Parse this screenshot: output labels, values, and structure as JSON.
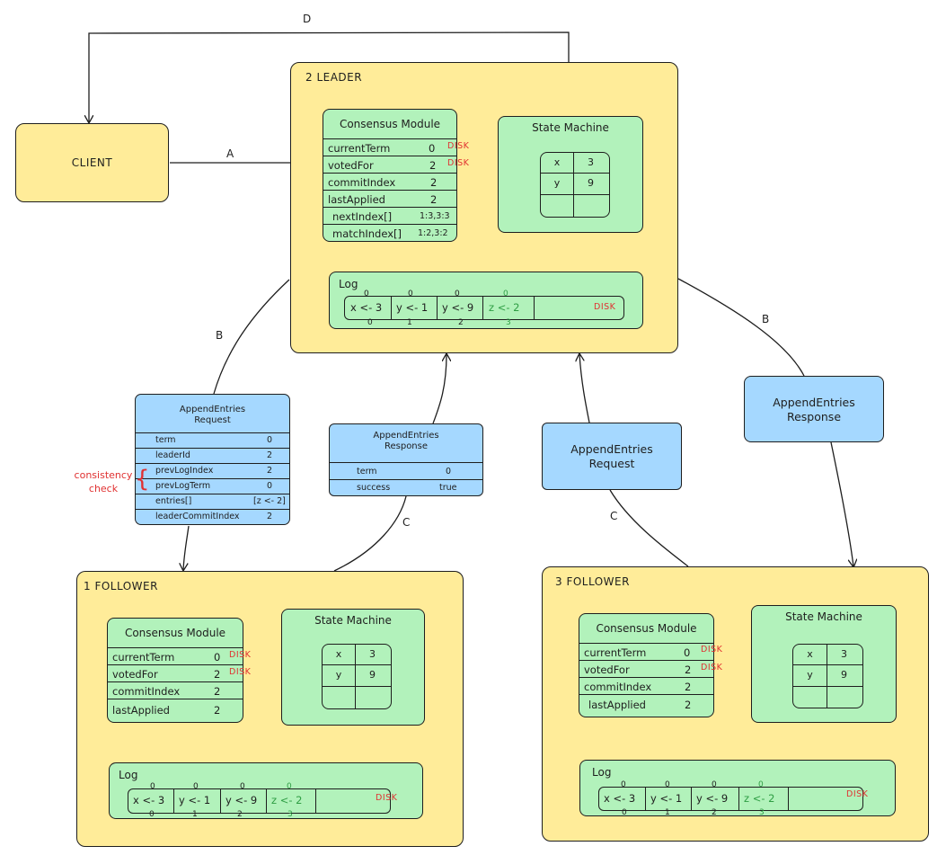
{
  "client": {
    "label": "CLIENT"
  },
  "edges": {
    "a": "A",
    "b": "B",
    "c": "C",
    "d": "D"
  },
  "disk": "DISK",
  "leader": {
    "title": "2 LEADER",
    "consensus": {
      "title": "Consensus Module",
      "rows": [
        {
          "key": "currentTerm",
          "value": "0",
          "disk": true
        },
        {
          "key": "votedFor",
          "value": "2",
          "disk": true
        },
        {
          "key": "commitIndex",
          "value": "2"
        },
        {
          "key": "lastApplied",
          "value": "2"
        },
        {
          "key": "nextIndex[]",
          "value": "1:3,3:3"
        },
        {
          "key": "matchIndex[]",
          "value": "1:2,3:2"
        }
      ]
    },
    "state_machine": {
      "title": "State Machine",
      "cells": [
        [
          "x",
          "3"
        ],
        [
          "y",
          "9"
        ],
        [
          "",
          ""
        ]
      ]
    },
    "log": {
      "title": "Log",
      "entries": [
        {
          "cmd": "x <- 3",
          "term": "0",
          "index": "0"
        },
        {
          "cmd": "y <- 1",
          "term": "0",
          "index": "1"
        },
        {
          "cmd": "y <- 9",
          "term": "0",
          "index": "2"
        },
        {
          "cmd": "z <- 2",
          "term": "0",
          "index": "3",
          "uncommitted": true
        }
      ]
    }
  },
  "follower1": {
    "title": "1 FOLLOWER",
    "consensus": {
      "title": "Consensus Module",
      "rows": [
        {
          "key": "currentTerm",
          "value": "0",
          "disk": true
        },
        {
          "key": "votedFor",
          "value": "2",
          "disk": true
        },
        {
          "key": "commitIndex",
          "value": "2"
        },
        {
          "key": "lastApplied",
          "value": "2"
        }
      ]
    },
    "state_machine": {
      "title": "State Machine",
      "cells": [
        [
          "x",
          "3"
        ],
        [
          "y",
          "9"
        ],
        [
          "",
          ""
        ]
      ]
    },
    "log": {
      "title": "Log",
      "entries": [
        {
          "cmd": "x <- 3",
          "term": "0",
          "index": "0"
        },
        {
          "cmd": "y <- 1",
          "term": "0",
          "index": "1"
        },
        {
          "cmd": "y <- 9",
          "term": "0",
          "index": "2"
        },
        {
          "cmd": "z <- 2",
          "term": "0",
          "index": "3",
          "uncommitted": true
        }
      ]
    }
  },
  "follower3": {
    "title": "3 FOLLOWER",
    "consensus": {
      "title": "Consensus Module",
      "rows": [
        {
          "key": "currentTerm",
          "value": "0",
          "disk": true
        },
        {
          "key": "votedFor",
          "value": "2",
          "disk": true
        },
        {
          "key": "commitIndex",
          "value": "2"
        },
        {
          "key": "lastApplied",
          "value": "2"
        }
      ]
    },
    "state_machine": {
      "title": "State Machine",
      "cells": [
        [
          "x",
          "3"
        ],
        [
          "y",
          "9"
        ],
        [
          "",
          ""
        ]
      ]
    },
    "log": {
      "title": "Log",
      "entries": [
        {
          "cmd": "x <- 3",
          "term": "0",
          "index": "0"
        },
        {
          "cmd": "y <- 1",
          "term": "0",
          "index": "1"
        },
        {
          "cmd": "y <- 9",
          "term": "0",
          "index": "2"
        },
        {
          "cmd": "z <- 2",
          "term": "0",
          "index": "3",
          "uncommitted": true
        }
      ]
    }
  },
  "append_request_1": {
    "title_line1": "AppendEntries",
    "title_line2": "Request",
    "rows": [
      {
        "key": "term",
        "value": "0"
      },
      {
        "key": "leaderId",
        "value": "2"
      },
      {
        "key": "prevLogIndex",
        "value": "2"
      },
      {
        "key": "prevLogTerm",
        "value": "0"
      },
      {
        "key": "entries[]",
        "value": "[z <- 2]"
      },
      {
        "key": "leaderCommitIndex",
        "value": "2"
      }
    ]
  },
  "consistency_check": {
    "line1": "consistency",
    "line2": "check"
  },
  "append_response_1": {
    "title_line1": "AppendEntries",
    "title_line2": "Response",
    "rows": [
      {
        "key": "term",
        "value": "0"
      },
      {
        "key": "success",
        "value": "true"
      }
    ]
  },
  "append_request_3": {
    "title_line1": "AppendEntries",
    "title_line2": "Request"
  },
  "append_response_3": {
    "title_line1": "AppendEntries",
    "title_line2": "Response"
  },
  "colors": {
    "node": "#ffec99",
    "module": "#b2f2bb",
    "message": "#a5d8ff",
    "disk": "#e03131",
    "uncommitted": "#2f9e44"
  }
}
